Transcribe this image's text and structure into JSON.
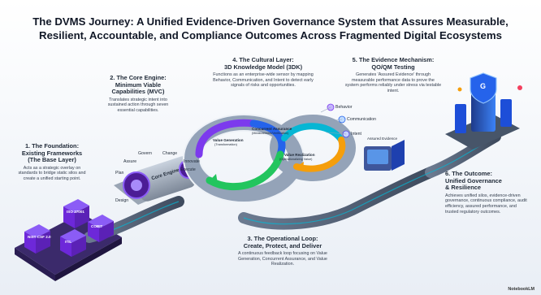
{
  "title_line1": "The DVMS Journey: A Unified Evidence-Driven Governance System that Assures Measurable,",
  "title_line2": "Resilient, Accountable, and Compliance Outcomes Across Fragmented Digital Ecosystems",
  "step1": {
    "h1": "1. The Foundation:",
    "h2": "Existing Frameworks",
    "h3": "(The Base Layer)",
    "desc": "Acts as a strategic overlay on standards to bridge static silos and create a unified starting point."
  },
  "step2": {
    "h1": "2. The Core Engine:",
    "h2": "Minimum Viable",
    "h3": "Capabilities (MVC)",
    "desc": "Translates strategic intent into sustained action through seven essential capabilities."
  },
  "step3": {
    "h1": "3. The Operational Loop:",
    "h2": "Create, Protect, and Deliver",
    "desc": "A continuous feedback loop focusing on Value Generation, Concurrent Assurance, and Value Realization."
  },
  "step4": {
    "h1": "4. The Cultural Layer:",
    "h2": "3D Knowledge Model (3DK)",
    "desc": "Functions as an enterprise-wide sensor by mapping Behavior, Communication, and Intent to detect early signals of risks and opportunities."
  },
  "step5": {
    "h1": "5. The Evidence Mechanism:",
    "h2": "QO/QM Testing",
    "desc": "Generates 'Assured Evidence' through measurable performance data to prove the system performs reliably under stress via testable intent."
  },
  "step6": {
    "h1": "6. The Outcome:",
    "h2": "Unified Governance",
    "h3": "& Resilience",
    "desc": "Achieves unified silos, evidence-driven governance, continuous compliance, audit efficiency, assured performance, and trusted regulatory outcomes."
  },
  "blocks": [
    "NIST CSF 2.0",
    "ISO 27001",
    "ITIL",
    "COBIT"
  ],
  "engine_label": "Core Engine",
  "capabilities": [
    "Govern",
    "Assure",
    "Plan",
    "Change",
    "Innovate",
    "Execute",
    "Design"
  ],
  "loop": {
    "concurrent": "Concurrent Assurance",
    "concurrent_sub": "(Measurement/Verification)",
    "value_gen": "Value Generation",
    "value_gen_sub": "(Transformation)",
    "value_real": "Value Realization",
    "value_real_sub": "(Operationalizing Value)"
  },
  "signals": [
    "Behavior",
    "Communication",
    "Intent"
  ],
  "assured": "Assured Evidence",
  "shield_letter": "G",
  "watermark": "NotebookLM",
  "colors": {
    "blue": "#2563eb",
    "purple": "#7c3aed",
    "green": "#22c55e",
    "orange": "#f59e0b",
    "teal": "#14b8a6",
    "track": "#5b6b82"
  }
}
